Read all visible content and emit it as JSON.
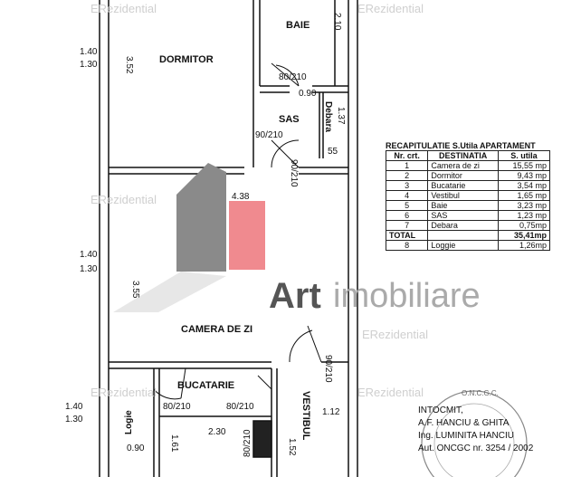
{
  "watermarks": [
    "ERezidential",
    "ERezidential",
    "ERezidential",
    "ERezidential",
    "ERezidential",
    "ERezidential"
  ],
  "logo": {
    "brand": "Art",
    "suffix": "imobiliare",
    "colors": {
      "grey": "#8a8a8a",
      "pink": "#f08a8f"
    }
  },
  "rooms": {
    "dormitor": "DORMITOR",
    "baie": "BAIE",
    "sas": "SAS",
    "debara": "Debara",
    "camera": "CAMERA DE ZI",
    "bucatarie": "BUCATARIE",
    "vestibul": "VESTIBUL",
    "logie": "Logie"
  },
  "dimensions": {
    "d352": "3.52",
    "d210a": "2.10",
    "w140a": "1.40",
    "w130a": "1.30",
    "d438": "4.38",
    "d355": "3.55",
    "w140b": "1.40",
    "w130b": "1.30",
    "d230": "2.30",
    "d161": "1.61",
    "d112": "1.12",
    "d152": "1.52",
    "w140c": "1.40",
    "w130c": "1.30",
    "d090": "0.90",
    "d137": "1.37",
    "d055": "55",
    "d090b": "0.90"
  },
  "doors": {
    "sas_door": "90/210",
    "cam_door": "90/210",
    "top_door": "80/210",
    "vest_door": "90/210",
    "buc_door1": "80/210",
    "buc_door2": "80/210",
    "bai_door": "80/210"
  },
  "recap": {
    "title": "RECAPITULATIE S.Utila APARTAMENT",
    "headers": [
      "Nr. crt.",
      "DESTINATIA",
      "S. utila"
    ],
    "rows": [
      [
        "1",
        "Camera de zi",
        "15,55 mp"
      ],
      [
        "2",
        "Dormitor",
        "9,43 mp"
      ],
      [
        "3",
        "Bucatarie",
        "3,54 mp"
      ],
      [
        "4",
        "Vestibul",
        "1,65 mp"
      ],
      [
        "5",
        "Baie",
        "3,23 mp"
      ],
      [
        "6",
        "SAS",
        "1,23 mp"
      ],
      [
        "7",
        "Debara",
        "0,75mp"
      ]
    ],
    "total_label": "TOTAL",
    "total_value": "35,41mp",
    "extra": [
      "8",
      "Loggie",
      "1,26mp"
    ]
  },
  "stamp": {
    "lines": [
      "INTOCMIT,",
      "A.F. HANCIU & GHITA",
      "Ing. LUMINITA HANCIU",
      "Aut. ONCGC nr. 3254 / 2002"
    ],
    "seal_text": "O.N.C.G.C."
  }
}
